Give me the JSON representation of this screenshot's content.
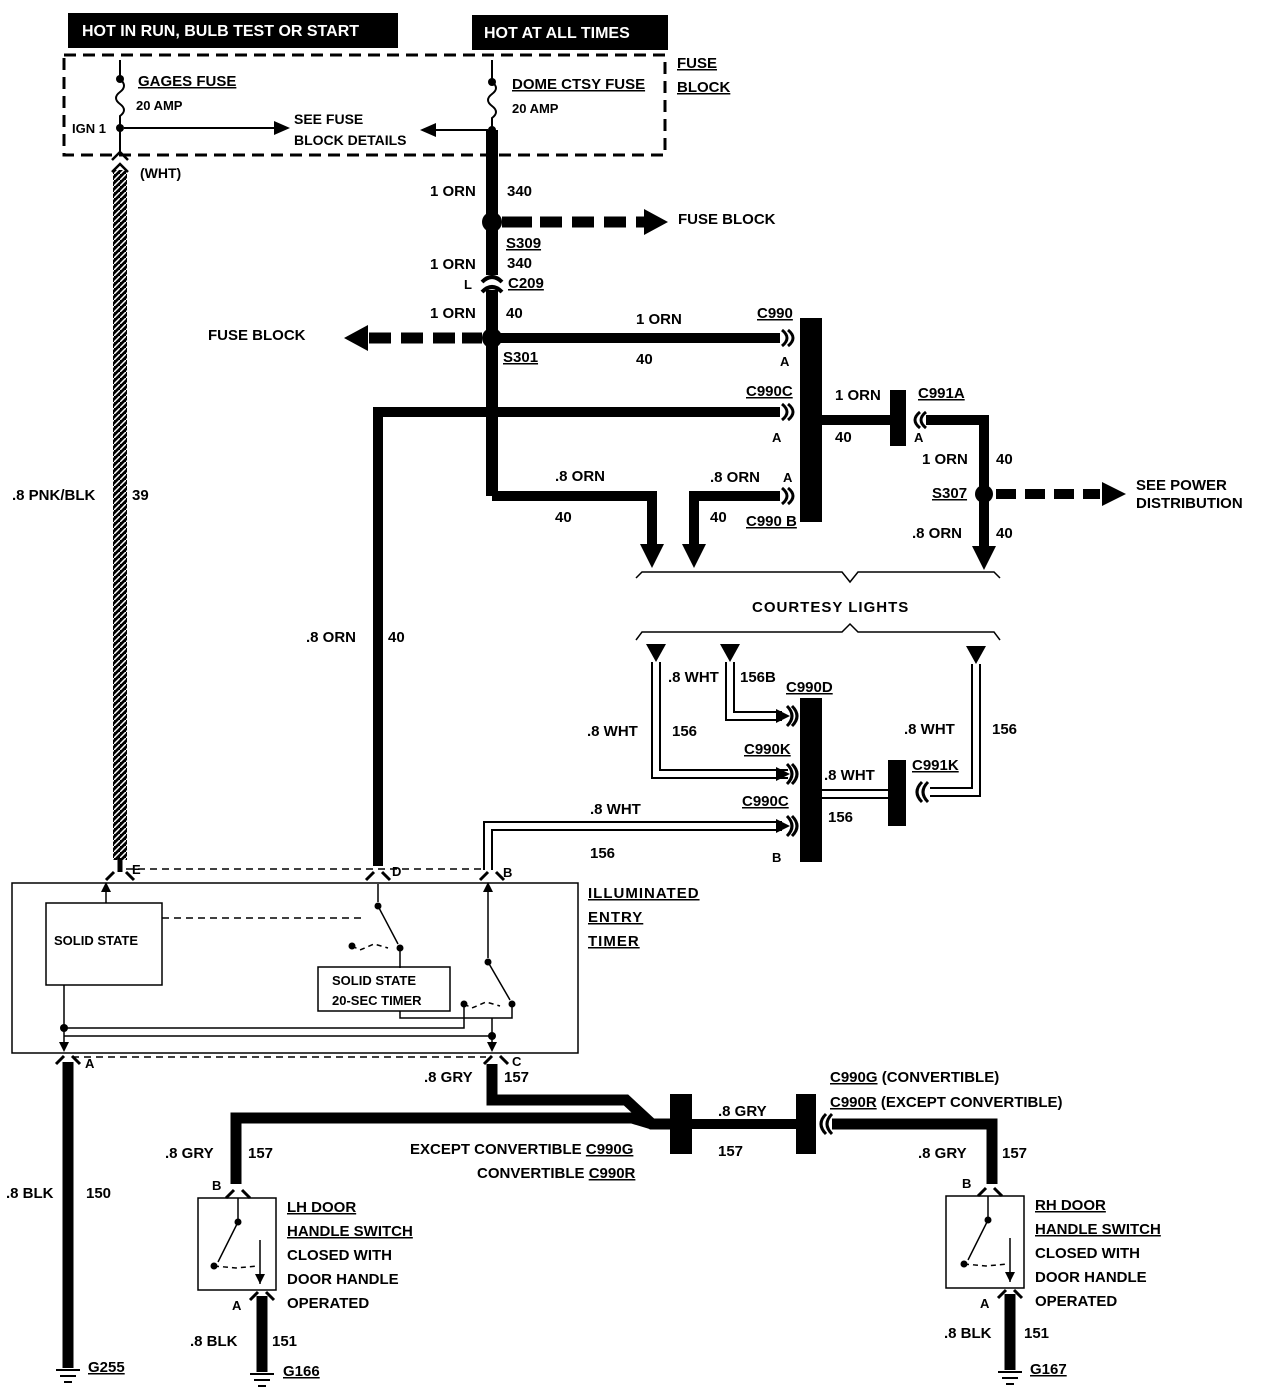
{
  "headers": {
    "left": "HOT IN RUN, BULB TEST OR START",
    "right": "HOT AT ALL TIMES"
  },
  "fuse_block": {
    "label_1": "FUSE",
    "label_2": "BLOCK",
    "gages_fuse": "GAGES FUSE",
    "gages_amp": "20 AMP",
    "dome_fuse": "DOME CTSY FUSE",
    "dome_amp": "20 AMP",
    "ign": "IGN 1",
    "see_1": "SEE FUSE",
    "see_2": "BLOCK DETAILS",
    "wht": "(WHT)"
  },
  "wires": {
    "orn_1": "1 ORN",
    "orn_08": ".8 ORN",
    "wht_08": ".8 WHT",
    "gry_08": ".8 GRY",
    "blk_08": ".8 BLK",
    "pnk_blk": ".8 PNK/BLK",
    "c340": "340",
    "c40": "40",
    "c39": "39",
    "c156": "156",
    "c156b": "156B",
    "c157": "157",
    "c150": "150",
    "c151": "151"
  },
  "connectors": {
    "s309": "S309",
    "c209": "C209",
    "s301": "S301",
    "s307": "S307",
    "c990": "C990",
    "c990c": "C990C",
    "c991a": "C991A",
    "c990b": "C990 B",
    "c990d": "C990D",
    "c990k": "C990K",
    "c991k": "C991K",
    "c990g": "C990G",
    "c990r": "C990R",
    "l": "L",
    "a": "A",
    "b": "B",
    "c": "C",
    "d": "D",
    "e": "E"
  },
  "destinations": {
    "fuse_block": "FUSE BLOCK",
    "see_power_1": "SEE POWER",
    "see_power_2": "DISTRIBUTION",
    "courtesy": "COURTESY LIGHTS"
  },
  "timer": {
    "name_1": "ILLUMINATED",
    "name_2": "ENTRY",
    "name_3": "TIMER",
    "solid_state": "SOLID STATE",
    "timer_1": "SOLID STATE",
    "timer_2": "20-SEC TIMER"
  },
  "convertible": {
    "g_suffix": "(CONVERTIBLE)",
    "r_suffix": "(EXCEPT CONVERTIBLE)",
    "except": "EXCEPT CONVERTIBLE",
    "conv": "CONVERTIBLE"
  },
  "lh_switch": {
    "name_1": "LH DOOR",
    "name_2": "HANDLE SWITCH",
    "desc_1": "CLOSED WITH",
    "desc_2": "DOOR HANDLE",
    "desc_3": "OPERATED"
  },
  "rh_switch": {
    "name_1": "RH DOOR",
    "name_2": "HANDLE SWITCH",
    "desc_1": "CLOSED WITH",
    "desc_2": "DOOR HANDLE",
    "desc_3": "OPERATED"
  },
  "grounds": {
    "g255": "G255",
    "g166": "G166",
    "g167": "G167"
  }
}
